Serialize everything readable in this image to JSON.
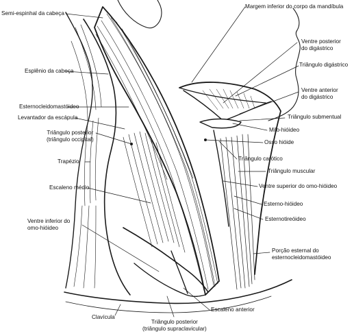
{
  "figure": {
    "ink_color": "#1a1a1a",
    "paper_color": "#ffffff"
  },
  "labels": {
    "semi_espinhal": "Semi-espinhal da cabeça",
    "margem_inferior": "Margem inferior do corpo da mandíbula",
    "ventre_posterior_1": "Ventre posterior",
    "ventre_posterior_2": "do digástrico",
    "triangulo_digastrico": "Triângulo digástrico",
    "esplenio": "Esplênio da cabeça",
    "ventre_anterior_1": "Ventre anterior",
    "ventre_anterior_2": "do digástrico",
    "esternocleidomastoideo": "Esternocleidomastóideo",
    "triangulo_submentual": "Triângulo submentual",
    "levantador": "Levantador da escápula",
    "milo_hioideo": "Milo-hióideo",
    "triangulo_posterior_occ_1": "Triângulo posterior",
    "triangulo_posterior_occ_2": "(triângulo occipital)",
    "osso_hioide": "Osso hióide",
    "triangulo_carotico": "Triângulo carótico",
    "trapezio": "Trapézio",
    "triangulo_muscular": "Triângulo muscular",
    "ventre_superior_omo": "Ventre superior do omo-hióideo",
    "escaleno_medio": "Escaleno médio",
    "esterno_hioideo": "Esterno-hióideo",
    "esternotireoideo": "Esternotireóideo",
    "ventre_inferior_omo_1": "Ventre inferior do",
    "ventre_inferior_omo_2": "omo-hióideo",
    "porcao_esternal_1": "Porção esternal do",
    "porcao_esternal_2": "esternocleidomastóideo",
    "escaleno_anterior": "Escaleno anterior",
    "clavicula": "Clavícula",
    "triangulo_posterior_sup_1": "Triângulo posterior",
    "triangulo_posterior_sup_2": "(triângulo supraclavicular)"
  }
}
